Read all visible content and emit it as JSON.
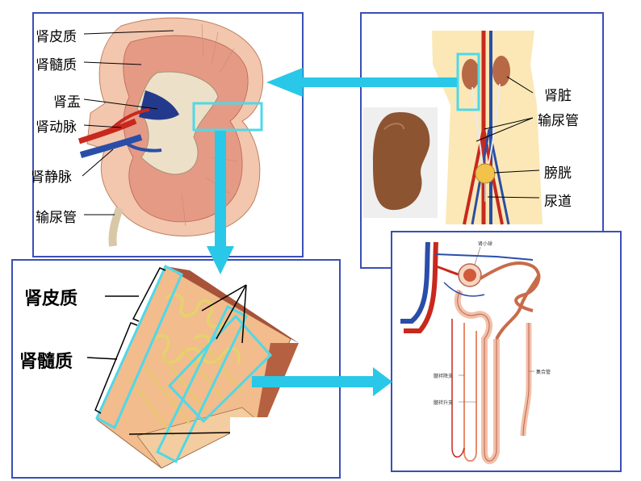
{
  "kidney_section": {
    "labels": [
      "肾皮质",
      "肾髓质",
      "肾盂",
      "肾动脉",
      "肾静脉",
      "输尿管"
    ]
  },
  "urinary_system": {
    "labels": [
      "肾脏",
      "输尿管",
      "膀胱",
      "尿道"
    ]
  },
  "tissue_block": {
    "labels": [
      "肾皮质",
      "肾髓质"
    ]
  },
  "nephron": {
    "labels": [
      "肾小球",
      "集合管",
      "髓袢降支",
      "髓袢升支"
    ]
  },
  "colors": {
    "panel_border": "#3a4fb4",
    "arrow": "#29c8e8",
    "highlight": "#4fd8e8",
    "artery": "#c8281e",
    "vein": "#2a4ea8"
  }
}
